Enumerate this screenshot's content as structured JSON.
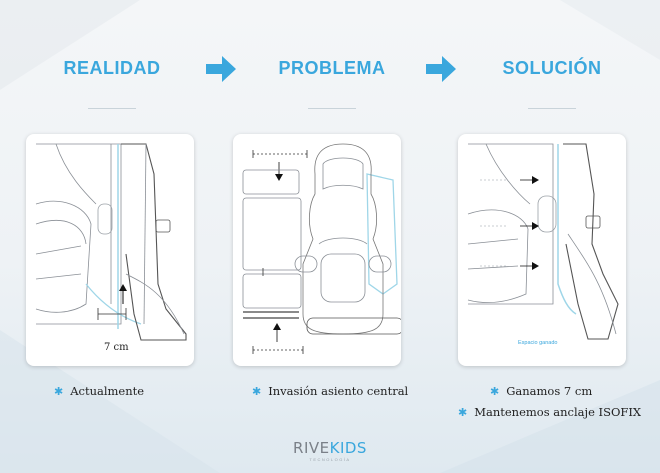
{
  "headers": {
    "left": "REALIDAD",
    "middle": "PROBLEMA",
    "right": "SOLUCIÓN"
  },
  "panels": {
    "left": {
      "measure_label": "7 cm"
    },
    "right": {
      "caption": "Espacio ganado"
    }
  },
  "bullets": {
    "left": [
      "Actualmente"
    ],
    "middle": [
      "Invasión asiento central"
    ],
    "right": [
      "Ganamos 7 cm",
      "Mantenemos anclaje ISOFIX"
    ]
  },
  "bullet_symbol": "✱",
  "brand": {
    "part1": "RIVE",
    "part2": "KIDS",
    "tagline": "TECNOLOGÍA"
  },
  "colors": {
    "accent": "#3aa7dd",
    "line": "#8a8f96",
    "highlight": "#9fd6e8"
  }
}
